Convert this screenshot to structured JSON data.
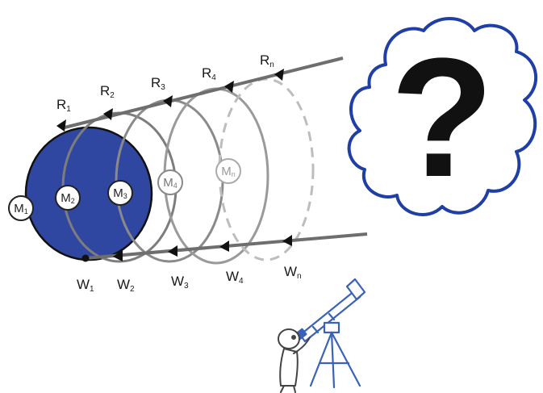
{
  "diagram": {
    "r_labels": [
      {
        "letter": "R",
        "sub": "1"
      },
      {
        "letter": "R",
        "sub": "2"
      },
      {
        "letter": "R",
        "sub": "3"
      },
      {
        "letter": "R",
        "sub": "4"
      },
      {
        "letter": "R",
        "sub": "n"
      }
    ],
    "w_labels": [
      {
        "letter": "W",
        "sub": "1"
      },
      {
        "letter": "W",
        "sub": "2"
      },
      {
        "letter": "W",
        "sub": "3"
      },
      {
        "letter": "W",
        "sub": "4"
      },
      {
        "letter": "W",
        "sub": "n"
      }
    ],
    "m_labels": [
      {
        "letter": "M",
        "sub": "1"
      },
      {
        "letter": "M",
        "sub": "2"
      },
      {
        "letter": "M",
        "sub": "3"
      },
      {
        "letter": "M",
        "sub": "4"
      },
      {
        "letter": "M",
        "sub": "n"
      }
    ],
    "question_mark": "?",
    "colors": {
      "filled_circle": "#2f47a0",
      "cloud": "#1f3fa6",
      "telescope": "#3a62b8",
      "lines": "#707070"
    }
  }
}
